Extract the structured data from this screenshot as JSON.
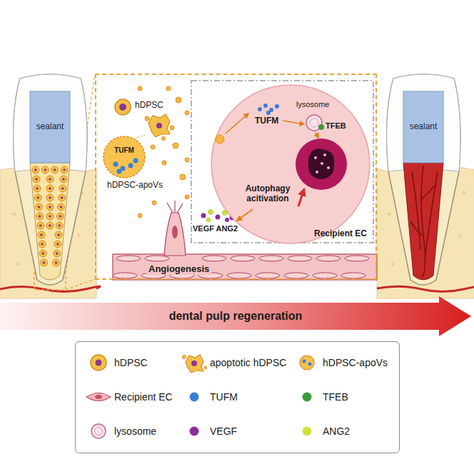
{
  "diagram": {
    "nodes": [
      {
        "text": [
          "sealant"
        ]
      },
      {
        "text": [
          "hDPSC",
          "Angiogenesis"
        ]
      },
      {
        "text": [
          "TUFM",
          "hDPSC-apoVs"
        ],
        "in": 1
      },
      {
        "text": [
          "TUFM",
          "Autophagy acitivation",
          "Recipient EC"
        ],
        "in": 1
      },
      {
        "text": [
          "lysosome"
        ],
        "in": 3
      },
      {
        "text": [
          "sealant"
        ]
      }
    ],
    "labels": [
      "TFEB",
      "VEGF ANG2",
      "dental pulp regeneration"
    ],
    "legend": [
      {
        "text": "hDPSC"
      },
      {
        "text": "apoptotic hDPSC"
      },
      {
        "text": "hDPSC-apoVs"
      },
      {
        "text": "Recipient EC"
      },
      {
        "text": "TUFM",
        "color": "#3a7fd8"
      },
      {
        "text": "TFEB",
        "color": "#3c9a3c"
      },
      {
        "text": "lysosome"
      },
      {
        "text": "VEGF",
        "color": "#8e2c9c"
      },
      {
        "text": "ANG2",
        "color": "#d4e03c"
      }
    ]
  }
}
